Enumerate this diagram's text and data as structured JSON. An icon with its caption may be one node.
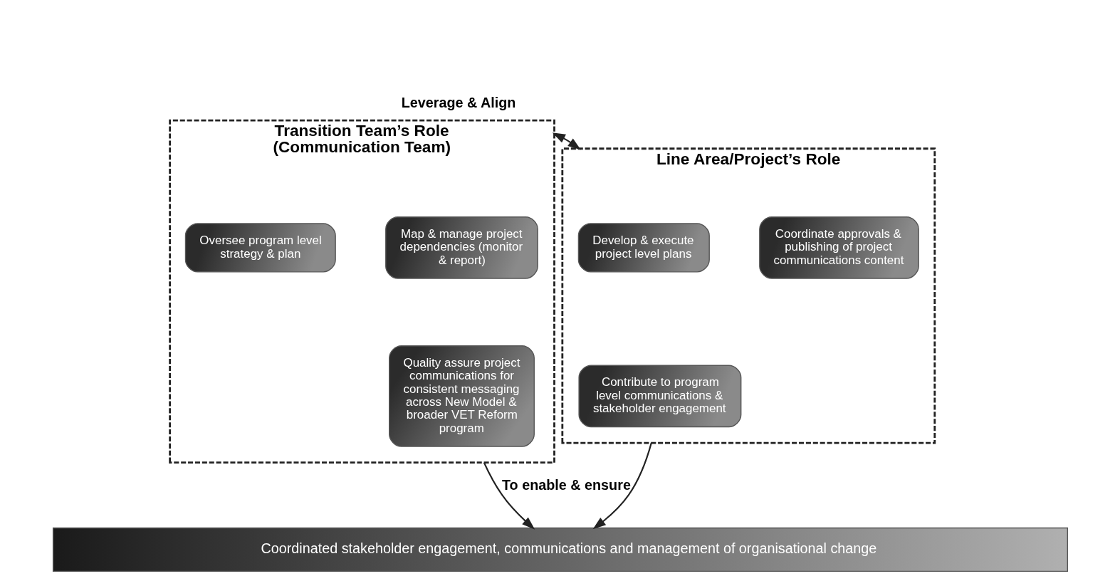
{
  "diagram": {
    "nodes": [
      {
        "text": [
          "Transition Team’s Role (Communication Team)"
        ]
      },
      {
        "text": [
          "Oversee program level strategy & plan"
        ],
        "in": 0
      },
      {
        "text": [
          "Map & manage project dependencies (monitor & report)"
        ],
        "in": 0
      },
      {
        "text": [
          "Quality assure project communications for consistent messaging across New Model & broader VET Reform program"
        ],
        "in": 0
      },
      {
        "text": [
          "Line Area/Project’s Role"
        ]
      },
      {
        "text": [
          "Develop & execute project level plans"
        ],
        "in": 4
      },
      {
        "text": [
          "Coordinate approvals & publishing of project communications content"
        ],
        "in": 4
      },
      {
        "text": [
          "Contribute to program level communications & stakeholder engagement"
        ],
        "in": 4
      },
      {
        "text": [
          "Coordinated stakeholder engagement, communications and management of organisational change"
        ]
      }
    ],
    "edges": [
      {
        "from": 0,
        "to": 4,
        "arrow": "both",
        "label": "Leverage & Align"
      },
      {
        "from": 0,
        "to": 8,
        "arrow": "to",
        "label": "To enable & ensure"
      },
      {
        "from": 4,
        "to": 8,
        "arrow": "to"
      }
    ]
  }
}
